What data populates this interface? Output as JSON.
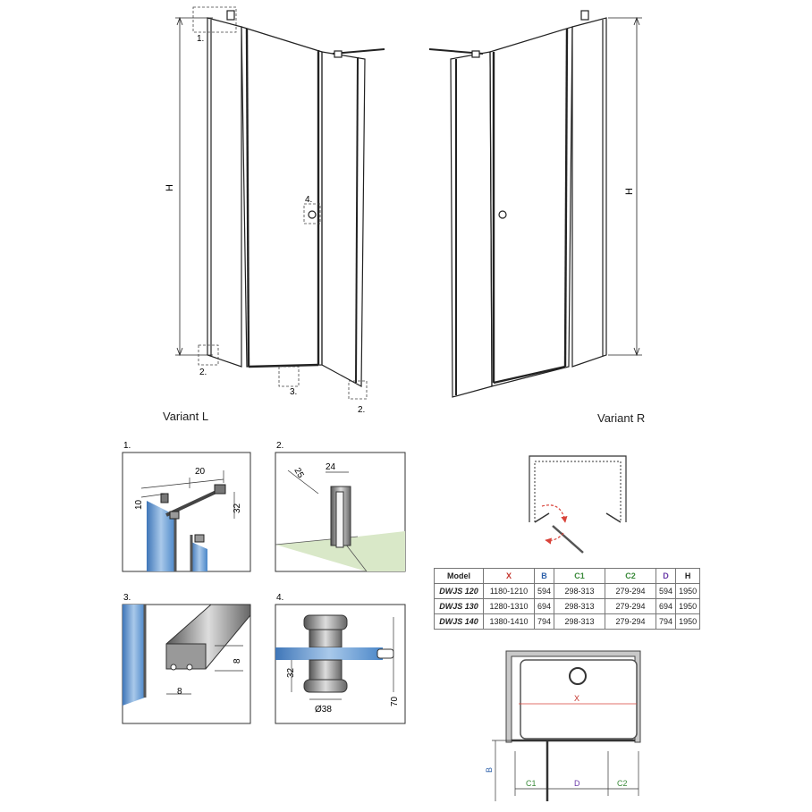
{
  "variants": {
    "left_label": "Variant L",
    "right_label": "Variant R",
    "height_symbol": "H",
    "callouts": [
      "1.",
      "2.",
      "3.",
      "4.",
      "2."
    ]
  },
  "details": {
    "d1": {
      "label": "1.",
      "dims": [
        "20",
        "10",
        "32"
      ]
    },
    "d2": {
      "label": "2.",
      "dims": [
        "25",
        "24"
      ]
    },
    "d3": {
      "label": "3.",
      "dims": [
        "8",
        "8"
      ]
    },
    "d4": {
      "label": "4.",
      "dims": [
        "32",
        "70",
        "Ø38"
      ]
    }
  },
  "table": {
    "headers": [
      "Model",
      "X",
      "B",
      "C1",
      "C2",
      "D",
      "H"
    ],
    "rows": [
      [
        "DWJS 120",
        "1180-1210",
        "594",
        "298-313",
        "279-294",
        "594",
        "1950"
      ],
      [
        "DWJS 130",
        "1280-1310",
        "694",
        "298-313",
        "279-294",
        "694",
        "1950"
      ],
      [
        "DWJS 140",
        "1380-1410",
        "794",
        "298-313",
        "279-294",
        "794",
        "1950"
      ]
    ]
  },
  "plan": {
    "labels": {
      "x": "X",
      "b": "B",
      "c1": "C1",
      "d": "D",
      "c2": "C2"
    }
  },
  "colors": {
    "glass": "#4a86c8",
    "floor": "#d9e8c8",
    "arrow": "#d9433a",
    "dim_line": "#333333"
  }
}
